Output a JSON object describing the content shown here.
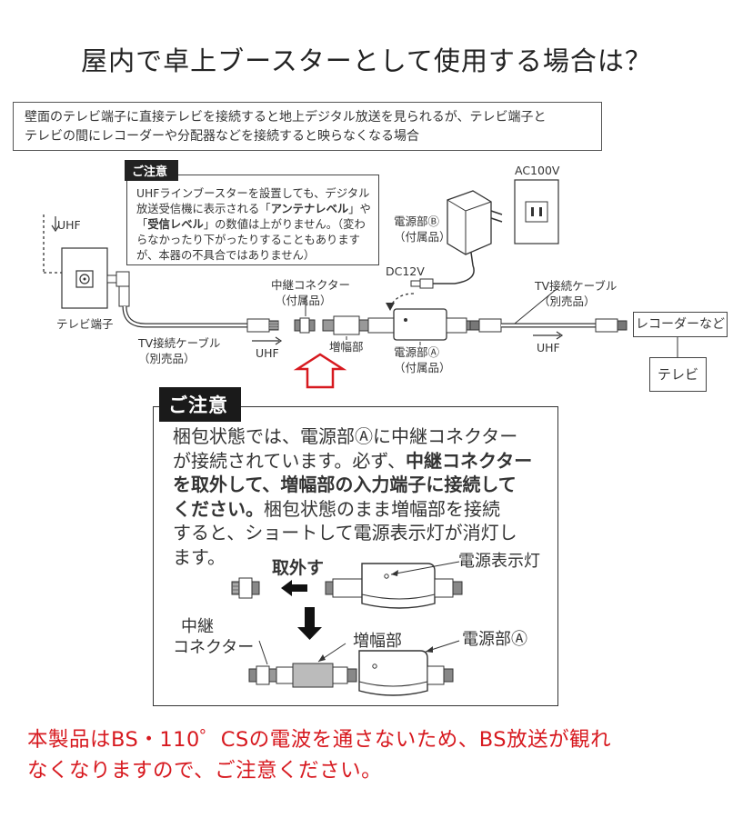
{
  "title": "屋内で卓上ブースターとして使用する場合は？",
  "case_description": {
    "line1": "壁面のテレビ端子に直接テレビを接続すると地上デジタル放送を見られるが、テレビ端子と",
    "line2": "テレビの間にレコーダーや分配器などを接続すると映らなくなる場合"
  },
  "small_caution": {
    "tag": "ご注意",
    "l1": "UHFラインブースターを設置しても、デジタル",
    "l2_pre": "放送受信機に表示される「",
    "l2_bold": "アンテナレベル",
    "l2_post": "」や",
    "l3_pre": "「",
    "l3_bold": "受信レベル",
    "l3_post": "」の数値は上がりません。（変わ",
    "l4": "らなかったり下がったりすることもあります",
    "l5": "が、本器の不具合ではありません）"
  },
  "labels": {
    "uhf_top": "UHF",
    "wall_terminal": "テレビ端子",
    "tv_cable_left_1": "TV接続ケーブル",
    "tv_cable_left_2": "（別売品）",
    "uhf_left": "UHF",
    "relay_connector_1": "中継コネクター",
    "relay_connector_2": "（付属品）",
    "amp": "増幅部",
    "psu_a_1": "電源部Ⓐ",
    "psu_a_2": "（付属品）",
    "dc12v": "DC12V",
    "psu_b_1": "電源部Ⓑ",
    "psu_b_2": "（付属品）",
    "ac100v": "AC100V",
    "tv_cable_right_1": "TV接続ケーブル",
    "tv_cable_right_2": "（別売品）",
    "uhf_right": "UHF",
    "recorder": "レコーダーなど",
    "tv": "テレビ"
  },
  "big_caution": {
    "tag": "ご注意",
    "l1": "梱包状態では、電源部Ⓐに中継コネクター",
    "l2": "が接続されています。必ず、",
    "l2_bold": "中継コネクター",
    "l3_bold": "を取外して、増幅部の入力端子に接続して",
    "l4_bold": "ください。",
    "l4": "梱包状態のまま増幅部を接続",
    "l5": "すると、ショートして電源表示灯が消灯し",
    "l6": "ます。",
    "remove": "取外す",
    "power_lamp": "電源表示灯",
    "relay_1": "中継",
    "relay_2": "コネクター",
    "amp": "増幅部",
    "psu_a": "電源部Ⓐ"
  },
  "footer": {
    "line1": "本製品はBS・110゜CSの電波を通さないため、BS放送が観れ",
    "line2": "なくなりますので、ご注意ください。"
  },
  "colors": {
    "warning_red": "#d7191f",
    "arrow_red": "#d7191f",
    "tag_black": "#1a1a1a"
  }
}
